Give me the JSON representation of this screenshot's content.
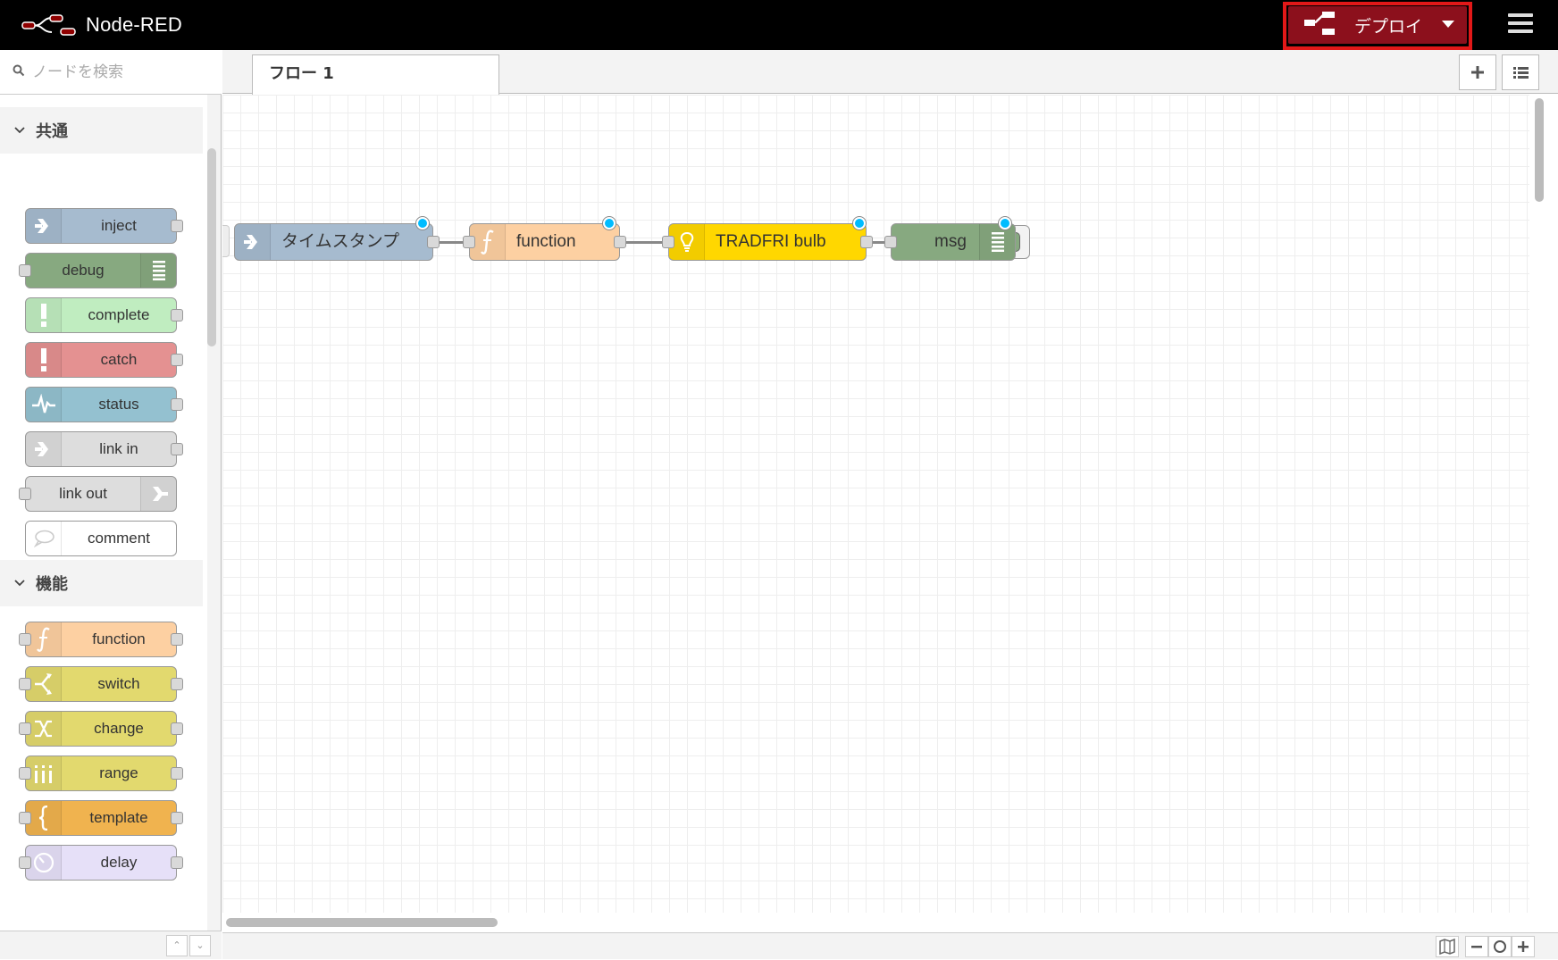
{
  "header": {
    "app_title": "Node-RED",
    "deploy_label": "デプロイ"
  },
  "palette": {
    "search_placeholder": "ノードを検索",
    "categories": [
      {
        "label": "共通",
        "nodes": [
          {
            "label": "inject",
            "color": "#a6bbcf",
            "icon": "arrow-in-icon"
          },
          {
            "label": "debug",
            "color": "#87a980",
            "icon": "list-icon"
          },
          {
            "label": "complete",
            "color": "#c0edc0",
            "icon": "exclamation-icon"
          },
          {
            "label": "catch",
            "color": "#e49191",
            "icon": "exclamation-icon"
          },
          {
            "label": "status",
            "color": "#94c1d0",
            "icon": "pulse-icon"
          },
          {
            "label": "link in",
            "color": "#dddddd",
            "icon": "link-in-icon"
          },
          {
            "label": "link out",
            "color": "#dddddd",
            "icon": "link-out-icon"
          },
          {
            "label": "comment",
            "color": "#ffffff",
            "icon": "speech-bubble-icon"
          }
        ]
      },
      {
        "label": "機能",
        "nodes": [
          {
            "label": "function",
            "color": "#fdd0a2",
            "icon": "function-icon"
          },
          {
            "label": "switch",
            "color": "#e2d96e",
            "icon": "switch-icon"
          },
          {
            "label": "change",
            "color": "#e2d96e",
            "icon": "shuffle-icon"
          },
          {
            "label": "range",
            "color": "#e2d96e",
            "icon": "range-icon"
          },
          {
            "label": "template",
            "color": "#f0b34f",
            "icon": "brace-icon"
          },
          {
            "label": "delay",
            "color": "#e6e0f8",
            "icon": "timer-icon"
          }
        ]
      }
    ]
  },
  "workspace": {
    "tabs": [
      {
        "label": "フロー 1"
      }
    ],
    "flow_nodes": [
      {
        "label": "タイムスタンプ",
        "color": "#a6bbcf",
        "icon": "arrow-in-icon"
      },
      {
        "label": "function",
        "color": "#fdd0a2",
        "icon": "function-icon"
      },
      {
        "label": "TRADFRI bulb",
        "color": "#ffd700",
        "icon": "lightbulb-icon"
      },
      {
        "label": "msg",
        "color": "#87a980",
        "icon": "list-icon"
      }
    ]
  }
}
